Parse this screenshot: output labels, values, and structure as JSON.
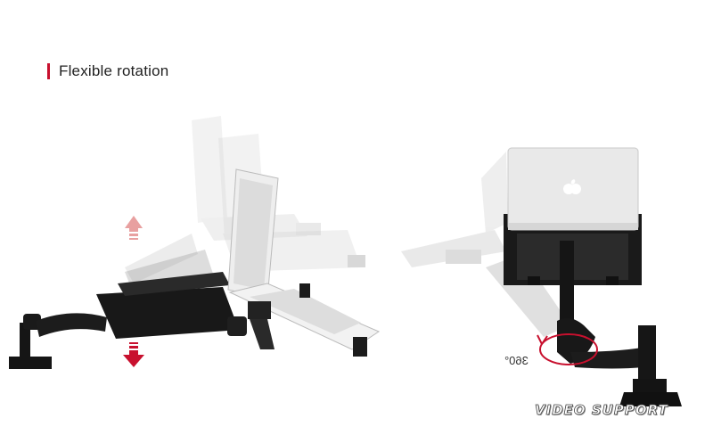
{
  "header": {
    "title": "Flexible rotation"
  },
  "rotation_label": "360°",
  "watermark": "VIDEO SUPPORT",
  "colors": {
    "accent": "#c8102e",
    "arm": "#151515",
    "laptop": "#e9e9e9",
    "arrow_up": "#e8a0a0",
    "arrow_down": "#c8102e"
  },
  "icons": [
    "arrow-up-icon",
    "arrow-down-icon",
    "apple-logo-icon"
  ]
}
